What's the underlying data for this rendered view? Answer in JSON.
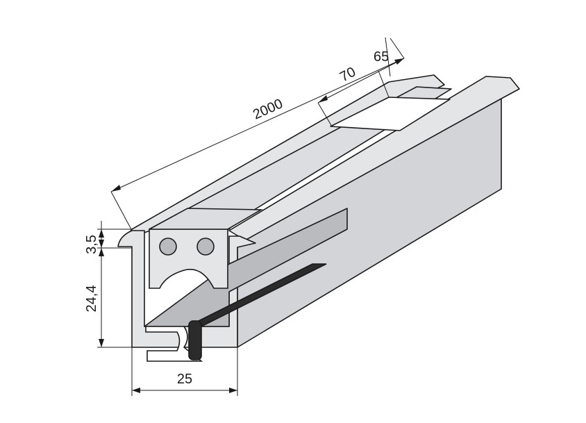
{
  "diagram": {
    "dimensions": {
      "length": "2000",
      "cutout_offset": "70",
      "cutout_width": "65",
      "lip_height": "3,5",
      "body_height": "24,4",
      "width": "25"
    },
    "colors": {
      "background": "#ffffff",
      "outline": "#1a1a1a",
      "face_light": "#e4e5e7",
      "face_side": "#d3d4d7",
      "face_top": "#dcdde0",
      "interior_dark": "#b9bbbf",
      "seal": "#2b2b2b"
    }
  }
}
